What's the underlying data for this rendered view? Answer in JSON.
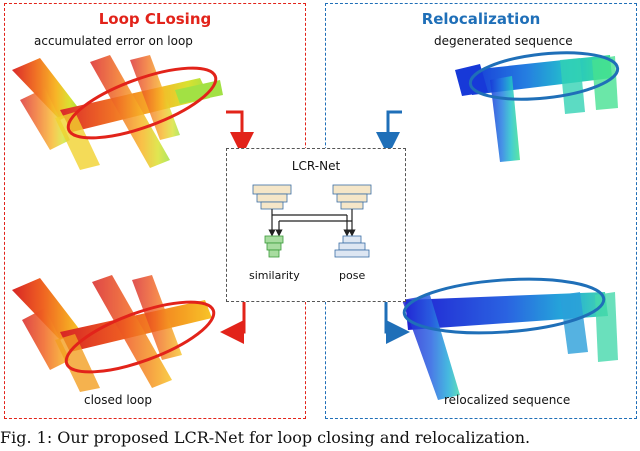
{
  "left_panel": {
    "title": "Loop CLosing",
    "top_caption": "accumulated error on loop",
    "bottom_caption": "closed loop",
    "color": "#e2231a"
  },
  "right_panel": {
    "title": "Relocalization",
    "top_caption": "degenerated sequence",
    "bottom_caption": "relocalized sequence",
    "color": "#1f6fb8"
  },
  "center_box": {
    "title": "LCR-Net",
    "left_label": "similarity",
    "right_label": "pose"
  },
  "figure_caption": "Fig. 1: Our proposed LCR-Net for loop closing and relocalization."
}
